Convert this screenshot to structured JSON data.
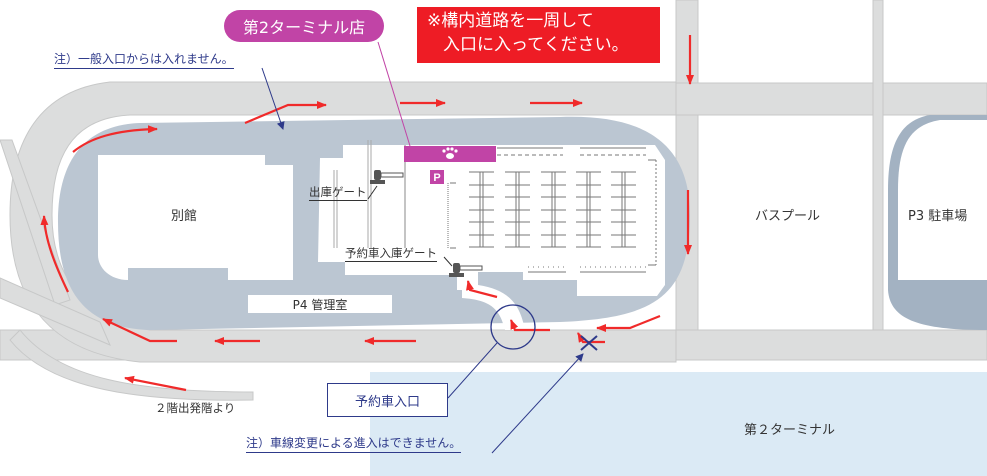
{
  "store_badge": {
    "label": "第2ターミナル店",
    "color": "#c144a6"
  },
  "warning_banner": {
    "line1": "※構内道路を一周して",
    "line2": "入口に入ってください。",
    "color": "#ee1c25"
  },
  "notes": {
    "general_entrance": "注）一般入口からは入れません。",
    "lane_change": "注）車線変更による進入はできません。"
  },
  "areas": {
    "annex": "別館",
    "bus_pool": "バスプール",
    "p3_parking": "P3 駐車場",
    "terminal2": "第２ターミナル",
    "p4_office": "P4 管理室",
    "from_departure": "２階出発階より"
  },
  "gates": {
    "exit_gate": "出庫ゲート",
    "reservation_gate": "予約車入庫ゲート"
  },
  "reservation_entrance": {
    "label": "予約車入口"
  },
  "icons": {
    "paw": "paw-icon",
    "parking": "P",
    "no_entry": "cross-icon"
  },
  "colors": {
    "road": "#dcdddd",
    "lot": "#bbc6d2",
    "terminal": "#dbeaf5",
    "arrow": "#f02a2a",
    "annotation": "#2e3a8a"
  }
}
